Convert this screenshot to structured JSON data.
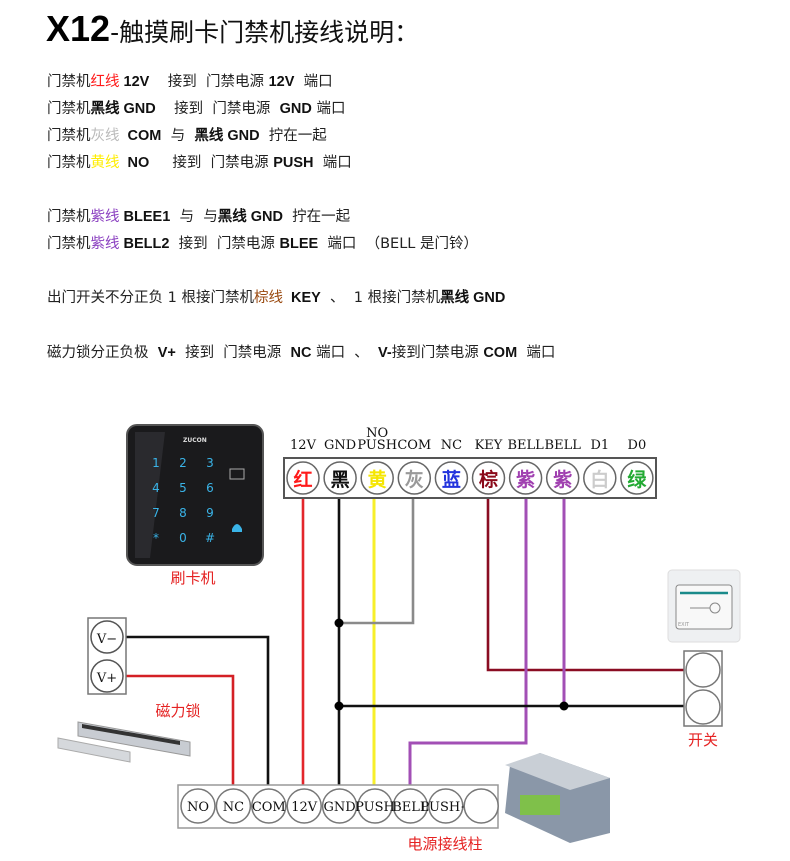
{
  "title": {
    "model": "X12",
    "text": "-触摸刷卡门禁机接线说明："
  },
  "instructions": [
    [
      {
        "t": "门禁机"
      },
      {
        "t": "红线",
        "c": "#ff1a1a"
      },
      {
        "t": " 12V",
        "b": 1
      },
      {
        "t": "    接到  门禁电源 "
      },
      {
        "t": "12V",
        "b": 1
      },
      {
        "t": "  端口"
      }
    ],
    [
      {
        "t": "门禁机"
      },
      {
        "t": "黑线",
        "c": "#111111",
        "b": 1
      },
      {
        "t": " GND",
        "b": 1
      },
      {
        "t": "    接到  门禁电源  "
      },
      {
        "t": "GND",
        "b": 1
      },
      {
        "t": " 端口"
      }
    ],
    [
      {
        "t": "门禁机"
      },
      {
        "t": "灰线",
        "c": "#bbbbbb"
      },
      {
        "t": "  COM",
        "b": 1
      },
      {
        "t": "  与  "
      },
      {
        "t": "黑线 GND",
        "b": 1
      },
      {
        "t": "  拧在一起"
      }
    ],
    [
      {
        "t": "门禁机"
      },
      {
        "t": "黄线",
        "c": "#ffee00"
      },
      {
        "t": "  NO",
        "b": 1
      },
      {
        "t": "     接到  门禁电源 "
      },
      {
        "t": "PUSH",
        "b": 1
      },
      {
        "t": "  端口"
      }
    ],
    [
      {
        "t": "门禁机"
      },
      {
        "t": "紫线",
        "c": "#8a3fc0"
      },
      {
        "t": " BLEE1",
        "b": 1
      },
      {
        "t": "  与  与"
      },
      {
        "t": "黑线 GND",
        "b": 1
      },
      {
        "t": "  拧在一起"
      }
    ],
    [
      {
        "t": "门禁机"
      },
      {
        "t": "紫线",
        "c": "#8a3fc0"
      },
      {
        "t": " BELL2",
        "b": 1
      },
      {
        "t": "  接到  门禁电源 "
      },
      {
        "t": "BLEE",
        "b": 1
      },
      {
        "t": "  端口  （BELL 是门铃）"
      }
    ],
    [
      {
        "t": "出门开关不分正负 1 根接门禁机"
      },
      {
        "t": "棕线",
        "c": "#9a4a10"
      },
      {
        "t": "  KEY",
        "b": 1
      },
      {
        "t": "  、  1 根接门禁机"
      },
      {
        "t": "黑线 GND",
        "b": 1
      }
    ],
    [
      {
        "t": "磁力锁分正负极  "
      },
      {
        "t": "V+",
        "b": 1
      },
      {
        "t": "  接到  门禁电源  "
      },
      {
        "t": "NC",
        "b": 1
      },
      {
        "t": " 端口  、  "
      },
      {
        "t": "V-",
        "b": 1
      },
      {
        "t": "接到门禁电源 "
      },
      {
        "t": "COM",
        "b": 1
      },
      {
        "t": "  端口"
      }
    ]
  ],
  "controller_terminals": [
    {
      "label": "12V",
      "color_name": "红",
      "color": "#ff1a1a"
    },
    {
      "label": "GND",
      "color_name": "黑",
      "color": "#111111"
    },
    {
      "label": "PUSH",
      "label_top": "NO",
      "color_name": "黄",
      "color": "#f5e600"
    },
    {
      "label": "COM",
      "color_name": "灰",
      "color": "#999999"
    },
    {
      "label": "NC",
      "color_name": "蓝",
      "color": "#2233dd"
    },
    {
      "label": "KEY",
      "color_name": "棕",
      "color": "#8b0a1a"
    },
    {
      "label": "BELL",
      "color_name": "紫",
      "color": "#a040b0"
    },
    {
      "label": "BELL",
      "color_name": "紫",
      "color": "#a040b0"
    },
    {
      "label": "D1",
      "color_name": "白",
      "color": "#cccccc"
    },
    {
      "label": "D0",
      "color_name": "绿",
      "color": "#22aa33"
    }
  ],
  "power_terminals": [
    "NO",
    "NC",
    "COM",
    "12V",
    "GND",
    "PUSH",
    "BELL",
    "PUSH+",
    ""
  ],
  "lock_terminals": [
    "V−",
    "V+"
  ],
  "labels": {
    "card_reader": "刷卡机",
    "lock": "磁力锁",
    "switch": "开关",
    "power": "电源接线柱",
    "brand": "ZUCON",
    "exit": "EXIT"
  },
  "keypad": [
    "1",
    "2",
    "3",
    "4",
    "5",
    "6",
    "7",
    "8",
    "9",
    "*",
    "0",
    "#"
  ],
  "wire_colors": {
    "red": "#e3262b",
    "black": "#111111",
    "yellow": "#f7ef2a",
    "gray": "#8a8a8a",
    "brown": "#8a0d22",
    "purple": "#a24fb5"
  }
}
